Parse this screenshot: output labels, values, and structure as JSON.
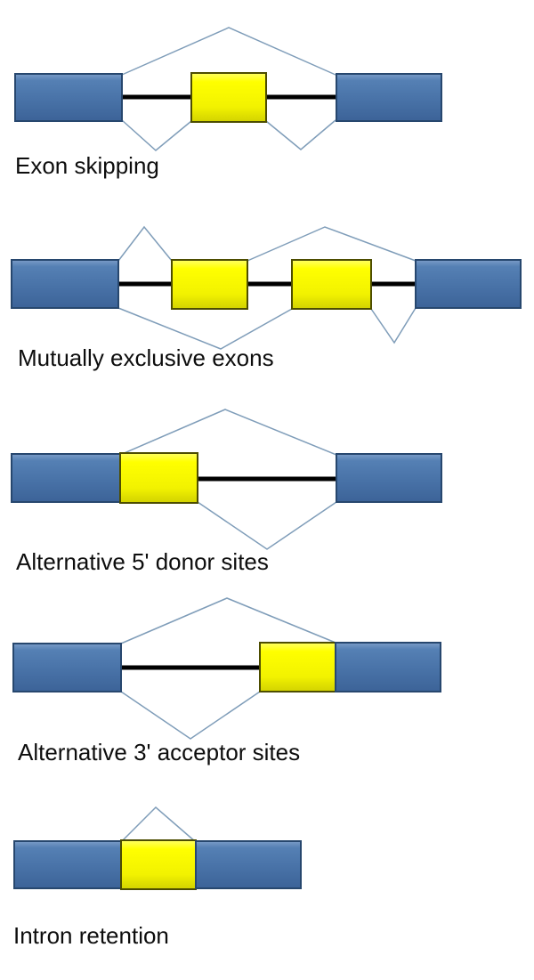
{
  "diagram": {
    "title_implicit": "Alternative splicing modes",
    "background": "#ffffff"
  },
  "colors": {
    "constitutive_exon_fill": "#4a74a9",
    "constitutive_exon_border": "#27476e",
    "alternative_exon_fill": "#ffff00",
    "alternative_exon_border": "#4d4d00",
    "splice_line": "#7f9db9",
    "intron_line": "#000000",
    "label_text": "#0d0d0d"
  },
  "panels": [
    {
      "id": "exon-skipping",
      "label": "Exon skipping"
    },
    {
      "id": "mutually-exclusive-exons",
      "label": "Mutually exclusive exons"
    },
    {
      "id": "alternative-5-donor-sites",
      "label": "Alternative 5' donor sites"
    },
    {
      "id": "alternative-3-acceptor-sites",
      "label": "Alternative 3' acceptor sites"
    },
    {
      "id": "intron-retention",
      "label": "Intron retention"
    }
  ]
}
